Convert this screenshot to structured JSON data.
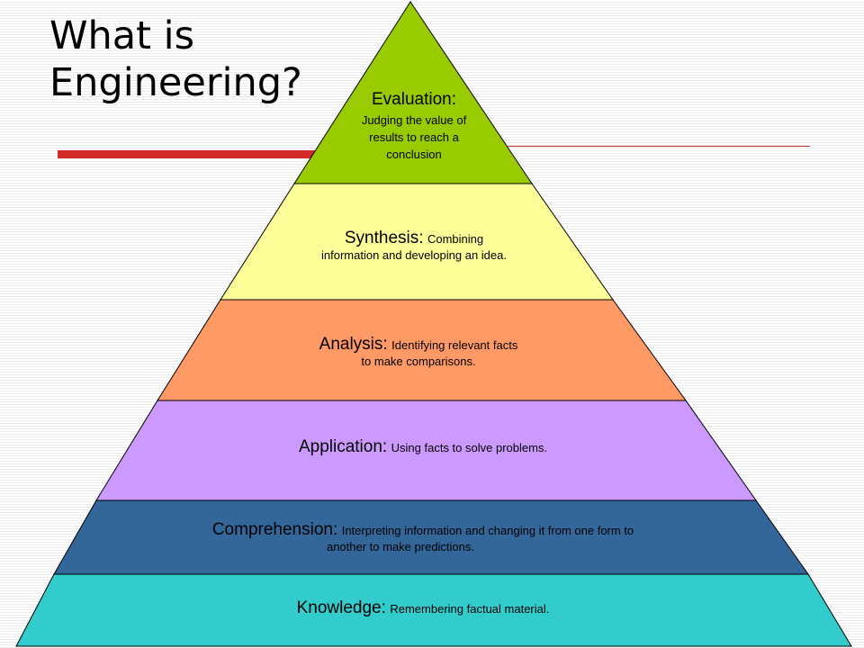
{
  "slide": {
    "title_line1": "What is",
    "title_line2": "Engineering?"
  },
  "levels": [
    {
      "id": "evaluation",
      "name": "Evaluation:",
      "desc": "Judging the value of results to reach a conclusion",
      "color": "#99cc00"
    },
    {
      "id": "synthesis",
      "name": "Synthesis:",
      "desc": "Combining",
      "desc2": "information and developing an idea.",
      "color": "#ffff99"
    },
    {
      "id": "analysis",
      "name": "Analysis:",
      "desc": "Identifying relevant facts",
      "desc2": "to make comparisons.",
      "color": "#ff9966"
    },
    {
      "id": "application",
      "name": "Application:",
      "desc": "Using facts to solve problems.",
      "color": "#cc99ff"
    },
    {
      "id": "comprehension",
      "name": "Comprehension:",
      "desc": "Interpreting information and changing it from one form to",
      "desc2": "another to make predictions.",
      "color": "#336699"
    },
    {
      "id": "knowledge",
      "name": "Knowledge:",
      "desc": "Remembering factual material.",
      "color": "#33cccc"
    }
  ],
  "colors": {
    "accent_rule": "#d32a2a",
    "outline": "#000000"
  }
}
